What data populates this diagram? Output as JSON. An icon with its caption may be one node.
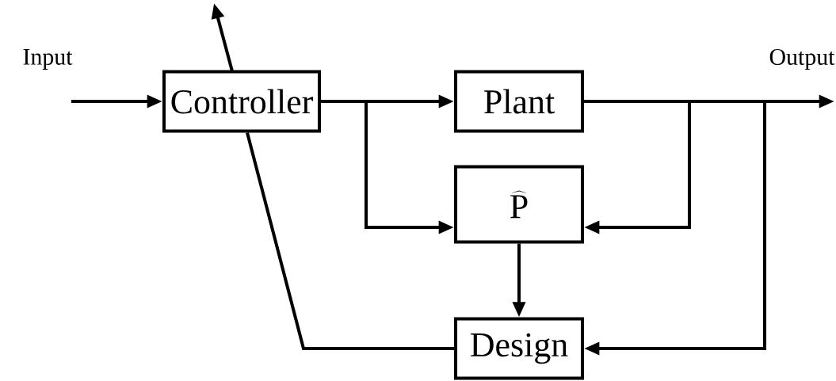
{
  "diagram": {
    "nodes": [
      {
        "text": [
          "Controller"
        ]
      },
      {
        "text": [
          "Plant"
        ]
      },
      {
        "text": [
          "\\widehat{\\mathrm{P}}"
        ]
      },
      {
        "text": [
          "Design"
        ]
      }
    ],
    "edges": [
      {
        "from": null,
        "to": 0,
        "arrow": "to"
      },
      {
        "from": 0,
        "to": 1,
        "arrow": "to"
      },
      {
        "from": 0,
        "to": 2,
        "arrow": "to"
      },
      {
        "from": 1,
        "to": null,
        "arrow": "to"
      },
      {
        "from": 1,
        "to": 2,
        "arrow": "to"
      },
      {
        "from": 1,
        "to": 3,
        "arrow": "to"
      },
      {
        "from": 2,
        "to": 3,
        "arrow": "to"
      },
      {
        "from": 3,
        "to": 0,
        "arrow": "none"
      },
      {
        "from": 0,
        "to": null,
        "arrow": "to"
      }
    ],
    "labels": [
      "Input",
      "Output"
    ]
  }
}
